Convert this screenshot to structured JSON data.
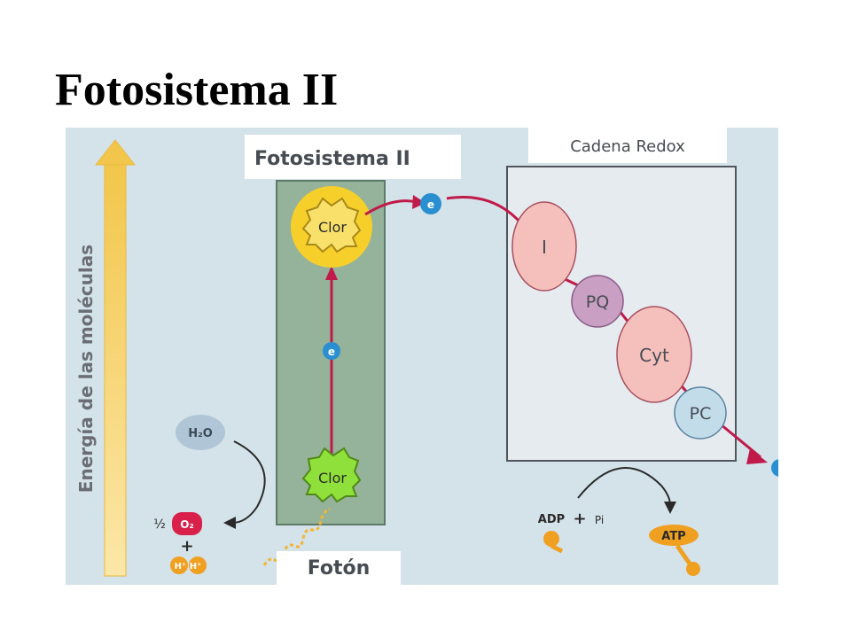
{
  "slide": {
    "title": "Fotosistema II"
  },
  "diagram": {
    "energy_axis_label": "Energía de las moléculas",
    "photosystem_label": "Fotosistema II",
    "redox_label": "Cadena Redox",
    "photon_label": "Fotón",
    "chlorophyll_top": "Clor",
    "chlorophyll_bottom": "Clor",
    "electron_label": "e",
    "water_label": "H₂O",
    "oxygen_coef": "½",
    "oxygen_label": "O₂",
    "plus": "+",
    "protons_label": "H⁺ H⁺",
    "redox_carriers": [
      "I",
      "PQ",
      "Cyt",
      "PC"
    ],
    "adp_label": "ADP",
    "pi_label": "Pi",
    "atp_label": "ATP"
  },
  "colors": {
    "background": "#d4e2ea",
    "energy_arrow": "#f2c64a",
    "photosystem_band": "#95b29a",
    "label_box": "#ffffff",
    "chlorophyll_top": "#f6cf2a",
    "chlorophyll_bottom": "#8fe03a",
    "electron": "#2a8fd0",
    "path": "#c01a4a",
    "carrier_pink": "#f5c0bc",
    "carrier_purple": "#c9a0c4",
    "carrier_blue": "#c3dcea",
    "oxygen": "#d8204a",
    "proton": "#f0a020",
    "water": "#b0c6d6"
  }
}
